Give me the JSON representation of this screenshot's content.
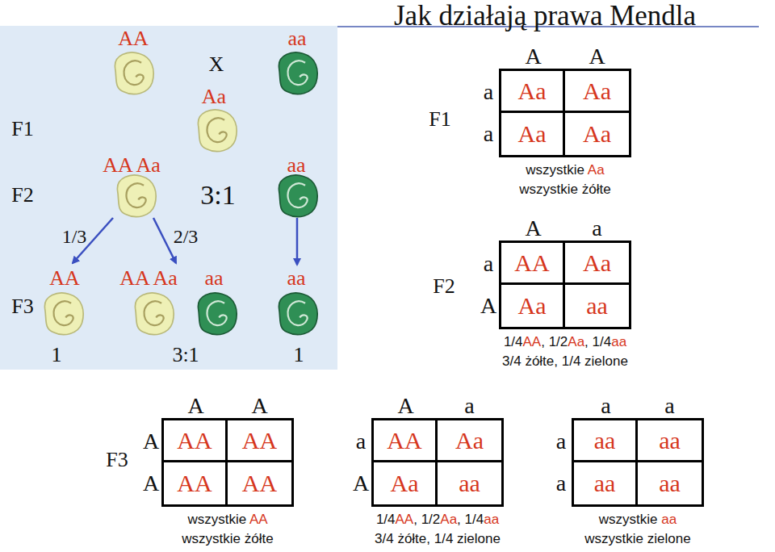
{
  "diagram": {
    "title": "Jak działają prawa Mendla",
    "nodes": [
      {
        "text": [
          "AA",
          "aa",
          "X",
          "Aa",
          "F1",
          "AA Aa",
          "aa",
          "F2",
          "3:1",
          "1/3",
          "2/3",
          "AA",
          "AA Aa",
          "aa",
          "aa",
          "F3",
          "1",
          "3:1",
          "1"
        ]
      },
      {
        "text": [
          "A",
          "A",
          "a",
          "a",
          "Aa",
          "Aa",
          "Aa",
          "Aa",
          "wszystkie Aa",
          "wszystkie żółte"
        ]
      },
      {
        "text": [
          "A",
          "a",
          "a",
          "A",
          "AA",
          "Aa",
          "Aa",
          "aa",
          "1/4AA, 1/2Aa, 1/4aa",
          "3/4 żółte, 1/4 zielone"
        ]
      },
      {
        "text": [
          "A",
          "A",
          "A",
          "A",
          "AA",
          "AA",
          "AA",
          "AA",
          "wszystkie AA",
          "wszystkie żółte"
        ]
      },
      {
        "text": [
          "A",
          "a",
          "a",
          "A",
          "AA",
          "Aa",
          "Aa",
          "aa",
          "1/4AA, 1/2Aa, 1/4aa",
          "3/4 żółte, 1/4 zielone"
        ]
      },
      {
        "text": [
          "a",
          "a",
          "a",
          "a",
          "aa",
          "aa",
          "aa",
          "aa",
          "wszystkie aa",
          "wszystkie zielone"
        ]
      }
    ],
    "labels": [
      "F1",
      "F2",
      "F3"
    ]
  }
}
